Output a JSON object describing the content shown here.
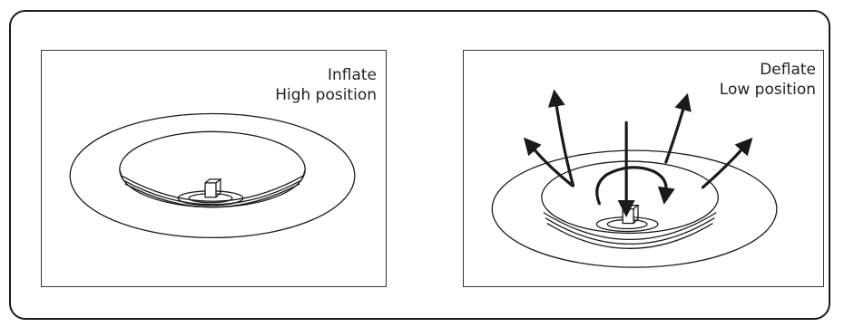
{
  "panels": [
    {
      "id": "inflate",
      "label_line1": "Inflate",
      "label_line2": "High position"
    },
    {
      "id": "deflate",
      "label_line1": "Deflate",
      "label_line2": "Low position"
    }
  ],
  "colors": {
    "stroke": "#1a1a1a",
    "background": "#ffffff"
  }
}
